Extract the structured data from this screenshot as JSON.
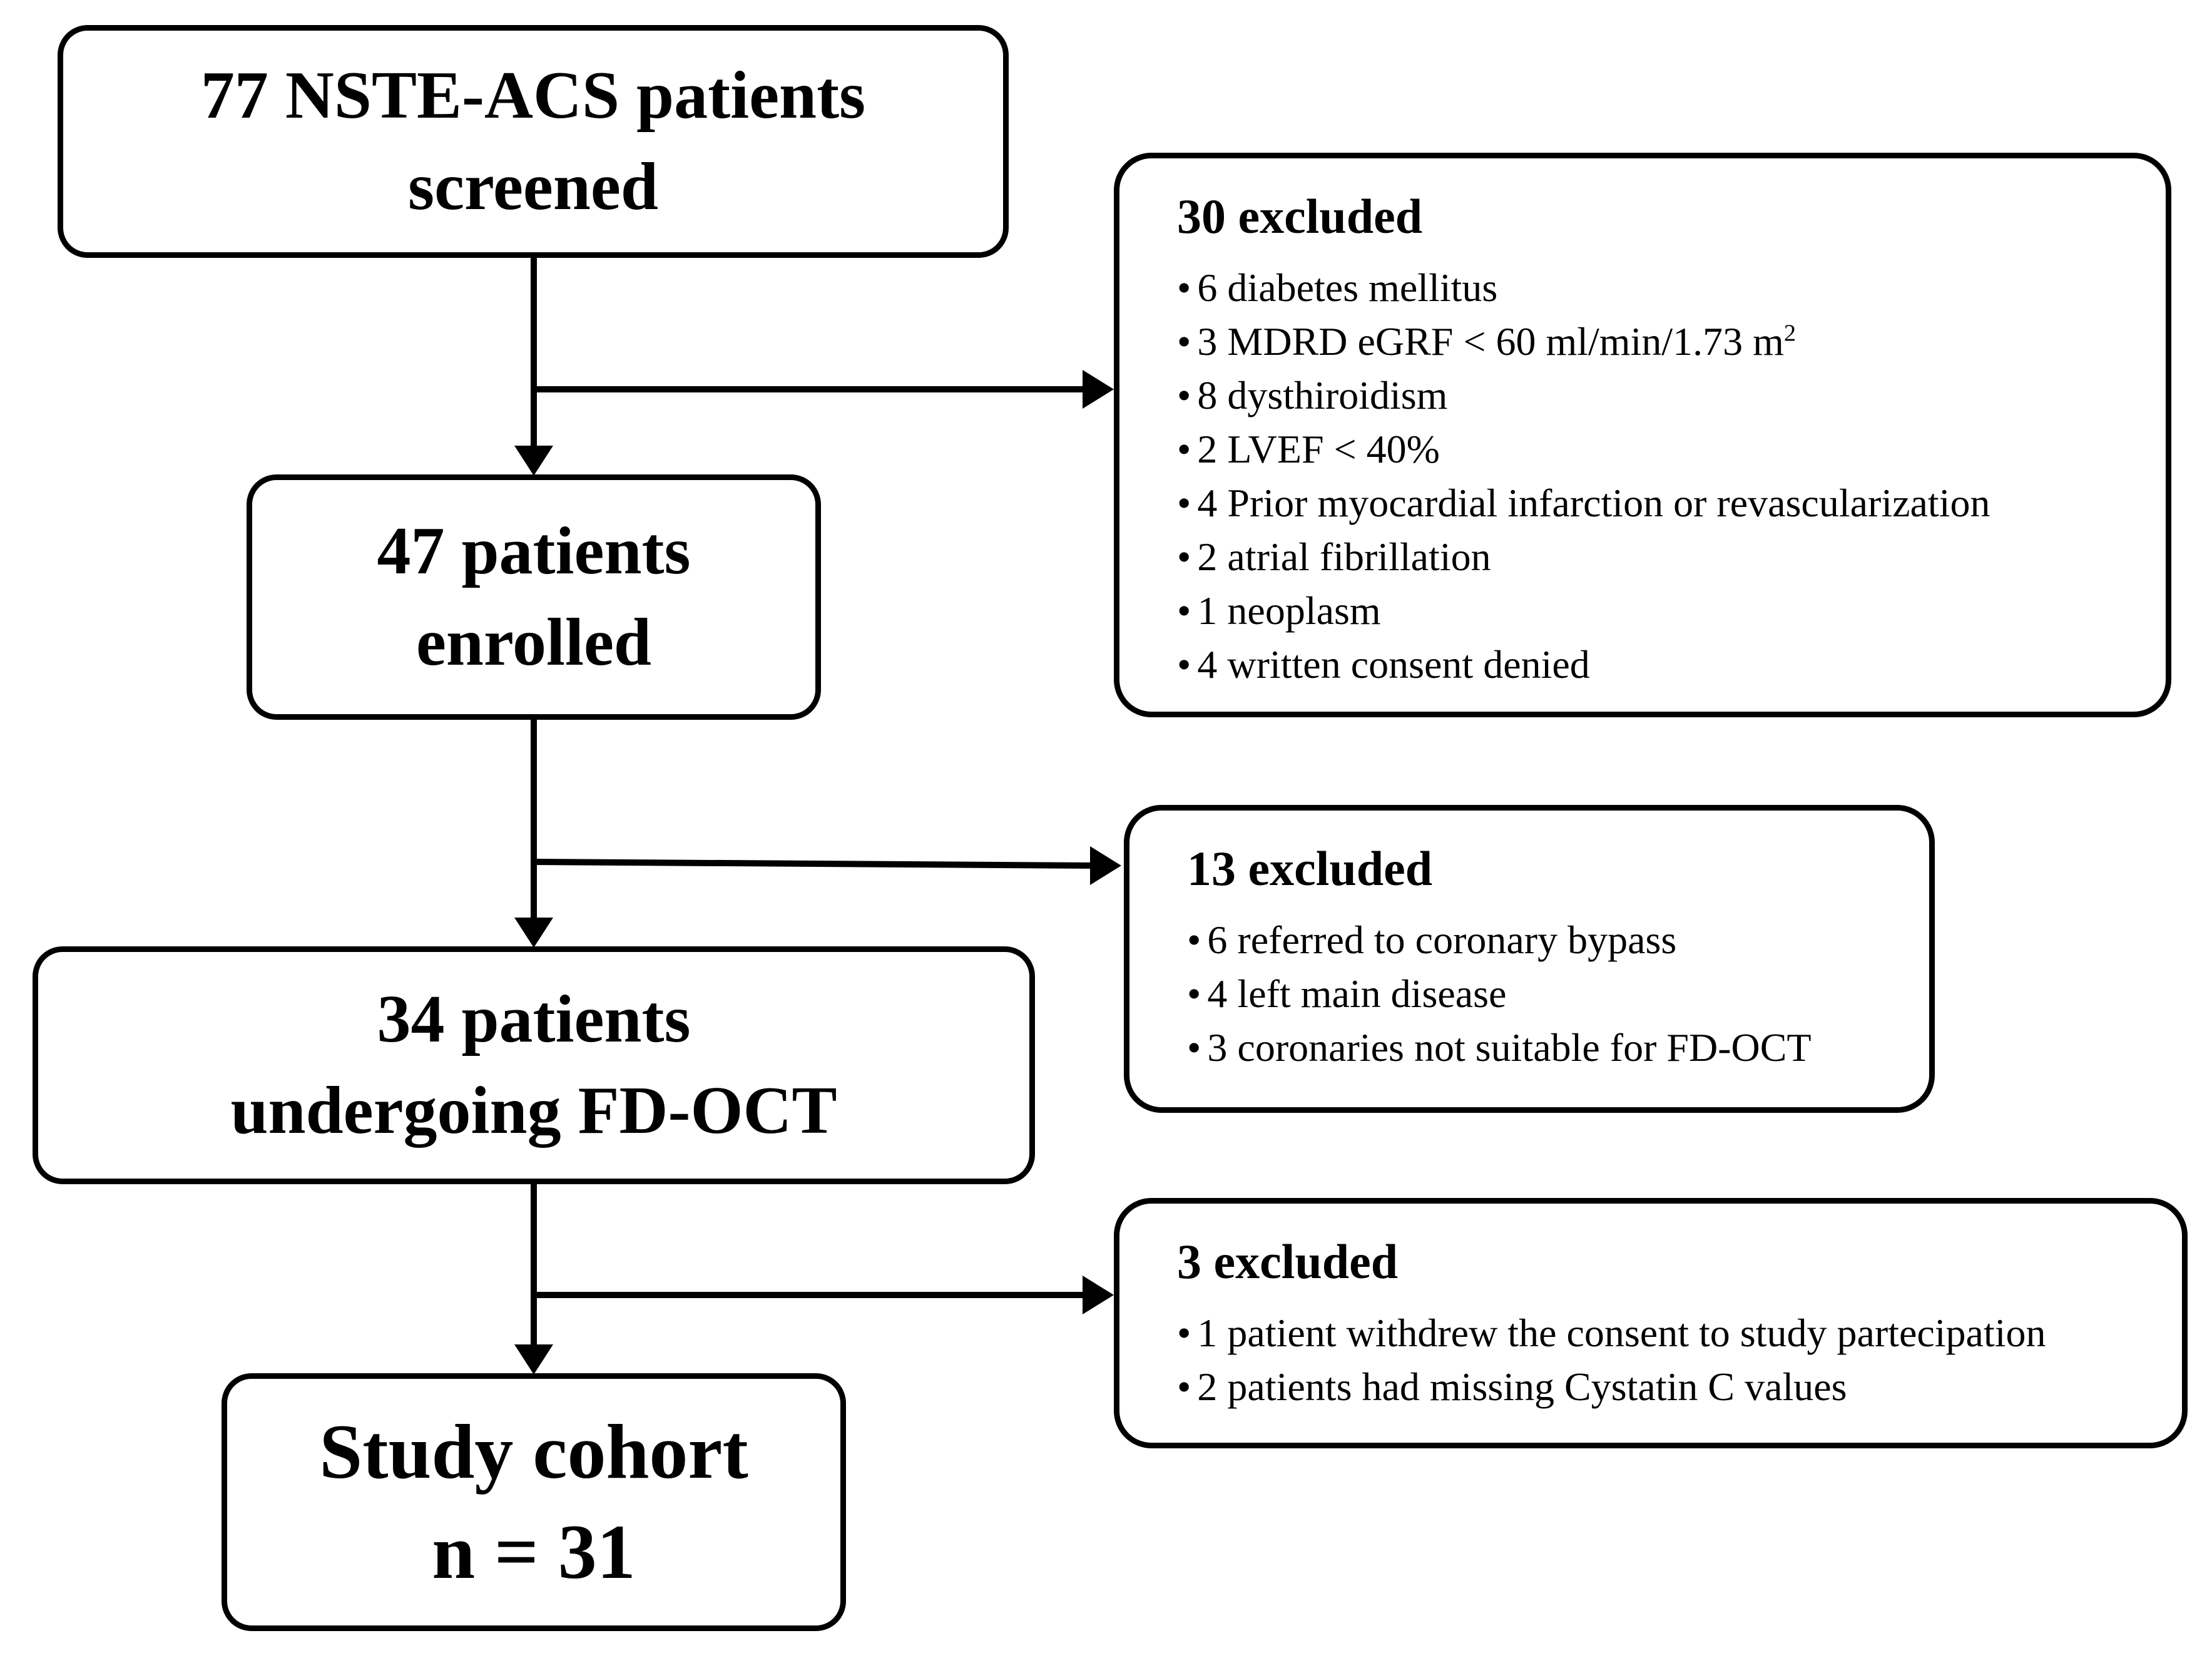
{
  "flow": {
    "stages": [
      {
        "lines": [
          "77 NSTE-ACS patients",
          "screened"
        ]
      },
      {
        "lines": [
          "47 patients",
          "enrolled"
        ]
      },
      {
        "lines": [
          "34 patients",
          "undergoing FD-OCT"
        ]
      },
      {
        "lines": [
          "Study cohort",
          "n = 31"
        ]
      }
    ],
    "exclusions": [
      {
        "title": "30 excluded",
        "items": [
          {
            "text": "6 diabetes mellitus"
          },
          {
            "text": "3 MDRD eGRF < 60 ml/min/1.73 m",
            "sup": "2"
          },
          {
            "text": "8 dysthiroidism"
          },
          {
            "text": "2 LVEF < 40%"
          },
          {
            "text": "4 Prior myocardial infarction or revascularization"
          },
          {
            "text": "2 atrial fibrillation"
          },
          {
            "text": "1 neoplasm"
          },
          {
            "text": "4 written consent denied"
          }
        ]
      },
      {
        "title": "13 excluded",
        "items": [
          {
            "text": "6 referred to coronary bypass"
          },
          {
            "text": "4 left main disease"
          },
          {
            "text": "3 coronaries not suitable for FD-OCT"
          }
        ]
      },
      {
        "title": "3 excluded",
        "items": [
          {
            "text": "1 patient withdrew the consent to study partecipation"
          },
          {
            "text": "2 patients had missing Cystatin C values"
          }
        ]
      }
    ],
    "bullet_glyph": "•"
  }
}
